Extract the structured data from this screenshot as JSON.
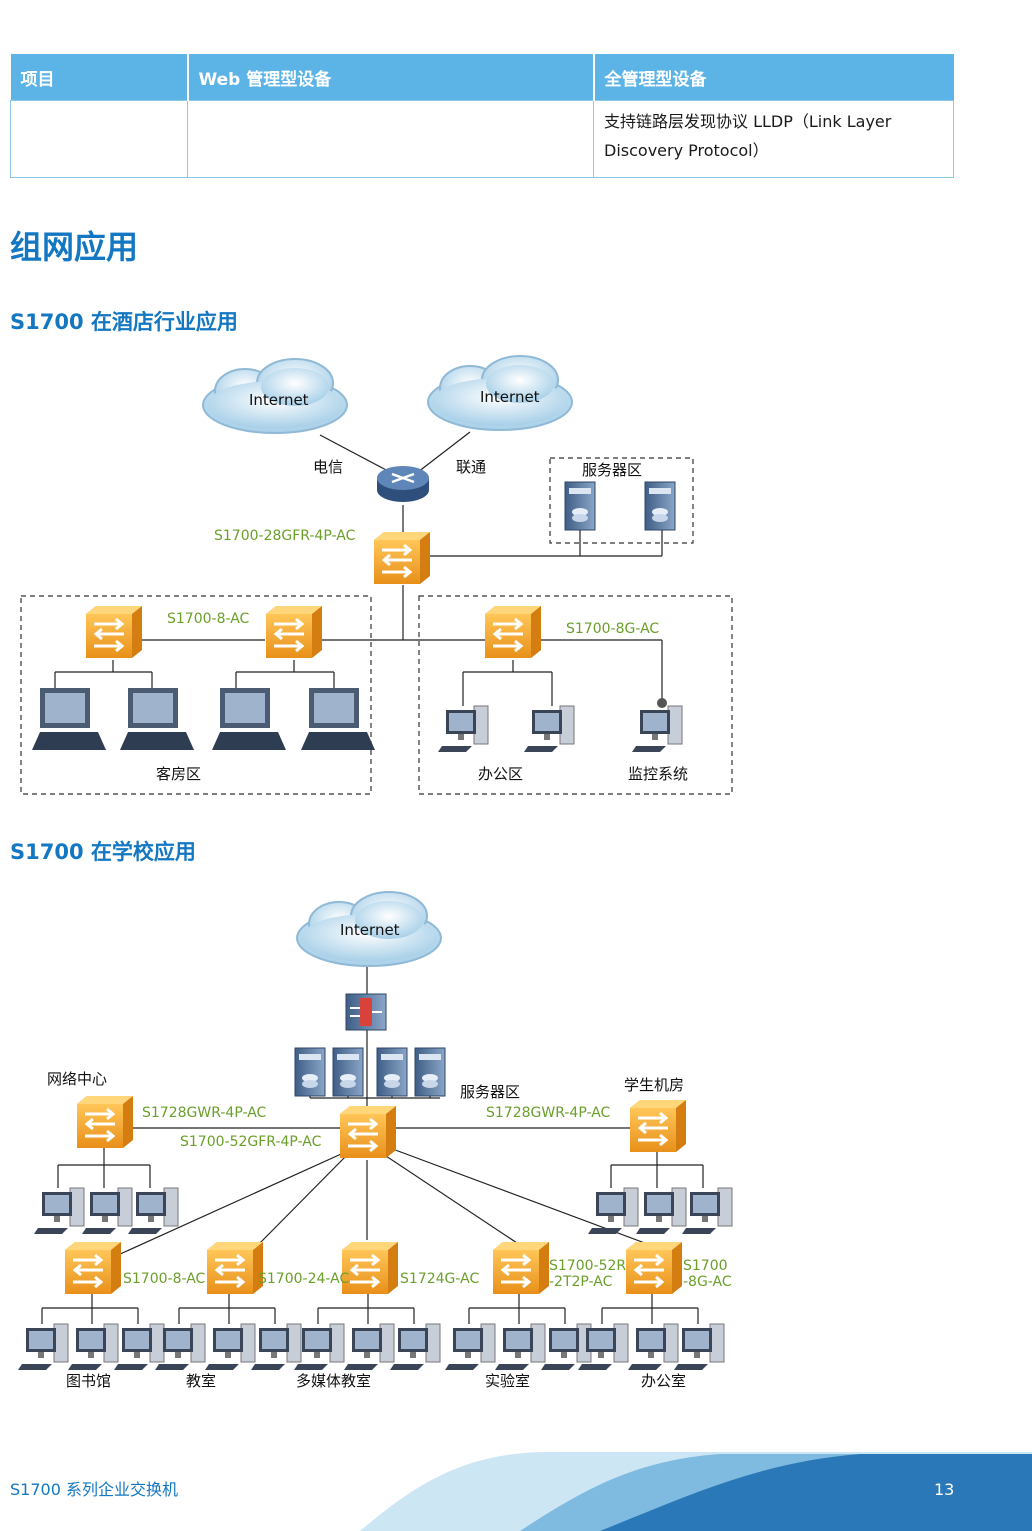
{
  "spec_table": {
    "headers": [
      "项目",
      "Web 管理型设备",
      "全管理型设备"
    ],
    "row": [
      "",
      "",
      "支持链路层发现协议 LLDP（Link Layer Discovery Protocol）"
    ]
  },
  "section_title": "组网应用",
  "hotel": {
    "title": "S1700 在酒店行业应用",
    "internet1": "Internet",
    "internet2": "Internet",
    "isp1": "电信",
    "isp2": "联通",
    "server_zone": "服务器区",
    "core_switch": "S1700-28GFR-4P-AC",
    "guest_switch": "S1700-8-AC",
    "office_switch": "S1700-8G-AC",
    "zone_guest": "客房区",
    "zone_office": "办公区",
    "zone_monitor": "监控系统"
  },
  "school": {
    "title": "S1700 在学校应用",
    "internet": "Internet",
    "net_center": "网络中心",
    "server_zone": "服务器区",
    "student_lab": "学生机房",
    "sw_left": "S1728GWR-4P-AC",
    "sw_right": "S1728GWR-4P-AC",
    "sw_core": "S1700-52GFR-4P-AC",
    "sw_1": "S1700-8-AC",
    "sw_2": "S1700-24-AC",
    "sw_3": "S1724G-AC",
    "sw_4a": "S1700-52R",
    "sw_4b": "-2T2P-AC",
    "sw_5a": "S1700",
    "sw_5b": "-8G-AC",
    "zone_1": "图书馆",
    "zone_2": "教室",
    "zone_3": "多媒体教室",
    "zone_4": "实验室",
    "zone_5": "办公室"
  },
  "footer": {
    "product": "S1700 系列企业交换机",
    "page": "13"
  },
  "colors": {
    "accent": "#1377c2",
    "header": "#5cb3e6",
    "switch": "#f5a623",
    "label_green": "#6a9f2a"
  }
}
